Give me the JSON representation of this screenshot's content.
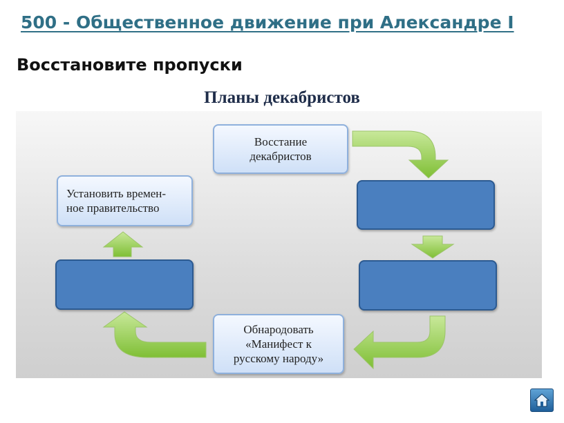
{
  "header": {
    "title": "500 - Общественное движение при Александре I",
    "subtitle": "Восстановите пропуски"
  },
  "diagram": {
    "title": "Планы декабристов",
    "boxes": {
      "uprising": "Восстание декабристов",
      "provisional_government": "Установить времен-ное правительство",
      "manifesto": "Обнародовать «Манифест к русскому народу»",
      "blank_right_top": "",
      "blank_right_bottom": "",
      "blank_left_bottom": ""
    },
    "colors": {
      "title_blue": "#2f6f86",
      "box_light": "#cfe0f7",
      "box_dark": "#4a7fbf",
      "arrow_green": "#8cc63f"
    }
  },
  "nav": {
    "home_icon": "home-icon"
  }
}
